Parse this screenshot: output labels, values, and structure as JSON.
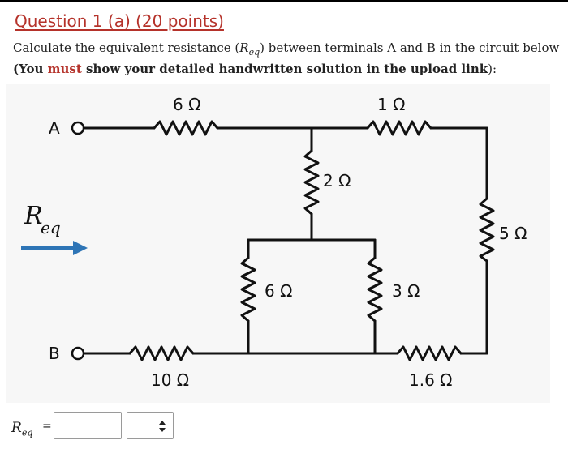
{
  "question": {
    "title": "Question 1 (a) (20 points)",
    "line1_pre": "Calculate the equivalent resistance (",
    "line1_r": "R",
    "line1_sub": "eq",
    "line1_post": ") between terminals A and B in the circuit below",
    "line2_pre": "(You ",
    "line2_must": "must",
    "line2_post": " show your detailed handwritten solution in the upload link",
    "line2_end": "):"
  },
  "circuit": {
    "terminal_a": "A",
    "terminal_b": "B",
    "req_label": "R",
    "req_sub": "eq",
    "resistors": {
      "r_6_top": "6 Ω",
      "r_1_top": "1 Ω",
      "r_2": "2 Ω",
      "r_5": "5 Ω",
      "r_6_mid": "6 Ω",
      "r_3": "3 Ω",
      "r_10": "10 Ω",
      "r_1_6": "1.6 Ω"
    },
    "colors": {
      "wire": "#111111",
      "arrow": "#2e75b6",
      "warning": "#b5322a"
    }
  },
  "answer": {
    "label": "R",
    "label_sub": "eq",
    "equals": "=",
    "value": "",
    "unit_selected": ""
  }
}
